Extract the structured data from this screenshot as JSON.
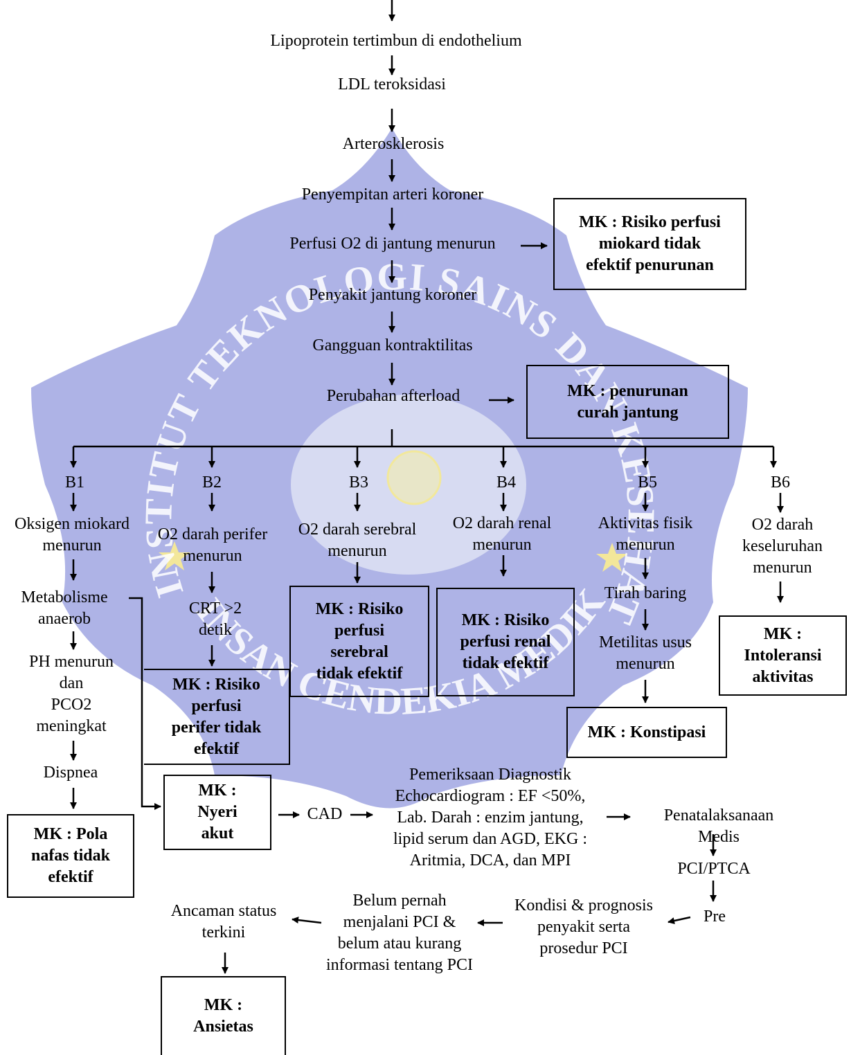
{
  "watermark": {
    "text": "INSTITUT TEKNOLOGI SAINS DAN KESEHATAN INSAN CENDEKIA MEDIKA JOMBANG",
    "colors": {
      "seal": "#aeb3e6",
      "crescent": "#f6f3a6",
      "star": "#f3e79a",
      "text": "#ffffff"
    }
  },
  "nodes": {
    "lipoprotein": "Lipoprotein tertimbun di endothelium",
    "ldl": "LDL teroksidasi",
    "arterosklerosis": "Arterosklerosis",
    "penyempitan": "Penyempitan arteri koroner",
    "perfusi_o2": "Perfusi O2 di jantung menurun",
    "pjk": "Penyakit jantung koroner",
    "kontraktilitas": "Gangguan kontraktilitas",
    "afterload": "Perubahan afterload",
    "b1": "B1",
    "b2": "B2",
    "b3": "B3",
    "b4": "B4",
    "b5": "B5",
    "b6": "B6",
    "b1_oksigen": "Oksigen miokard\nmenurun",
    "b1_metabolisme": "Metabolisme\nanaerob",
    "b1_ph": "PH menurun\ndan\nPCO2\nmeningkat",
    "b1_dispnea": "Dispnea",
    "b2_o2": "O2 darah perifer\nmenurun",
    "b2_crt": "CRT >2\ndetik",
    "b3_o2": "O2 darah serebral\nmenurun",
    "b4_o2": "O2 darah renal\nmenurun",
    "b5_aktivitas": "Aktivitas fisik\nmenurun",
    "b5_tirah": "Tirah baring",
    "b5_metilitas": "Metilitas usus\nmenurun",
    "b6_o2": "O2 darah\nkeseluruhan\nmenurun",
    "cad": "CAD",
    "pemeriksaan": "Pemeriksaan Diagnostik\nEchocardiogram : EF <50%,\nLab. Darah : enzim jantung,\nlipid serum dan AGD, EKG :\nAritmia, DCA, dan MPI",
    "penatalaksanaan": "Penatalaksanaan Medis",
    "pci_ptca": "PCI/PTCA",
    "pre": "Pre",
    "kondisi": "Kondisi & prognosis\npenyakit serta\nprosedur PCI",
    "belum": "Belum pernah\nmenjalani PCI &\nbelum atau kurang\ninformasi tentang PCI",
    "ancaman": "Ancaman status\nterkini"
  },
  "diagnoses": {
    "miokard": "MK : Risiko perfusi\nmiokard tidak\nefektif penurunan",
    "curah_jantung": "MK : penurunan\ncurah jantung",
    "serebral": "MK : Risiko\nperfusi\nserebral\ntidak efektif",
    "renal": "MK : Risiko\nperfusi renal\ntidak efektif",
    "perifer": "MK : Risiko\nperfusi\nperifer tidak\nefektif",
    "konstipasi": "MK : Konstipasi",
    "intoleransi": "MK :\nIntoleransi\naktivitas",
    "nyeri": "MK :\nNyeri\nakut",
    "pola_nafas": "MK : Pola\nnafas tidak\nefektif",
    "ansietas": "MK :\nAnsietas"
  }
}
